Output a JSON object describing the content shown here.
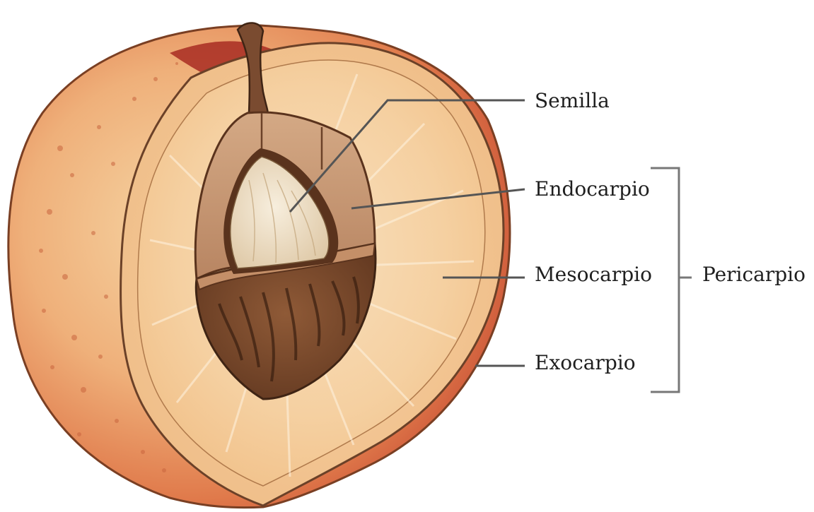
{
  "diagram": {
    "labels": {
      "seed": "Semilla",
      "endocarp": "Endocarpio",
      "mesocarp": "Mesocarpio",
      "exocarp": "Exocarpio",
      "pericarp": "Pericarpio"
    },
    "colors": {
      "skin_red": "#c7422d",
      "skin_orange": "#e98c58",
      "flesh_light": "#f8dfbc",
      "flesh_mid": "#f1c48d",
      "pit_brown": "#7a4a2e",
      "seed_cream": "#efe2ca",
      "outline_brown": "#6b4128",
      "leader_gray": "#555555"
    }
  }
}
